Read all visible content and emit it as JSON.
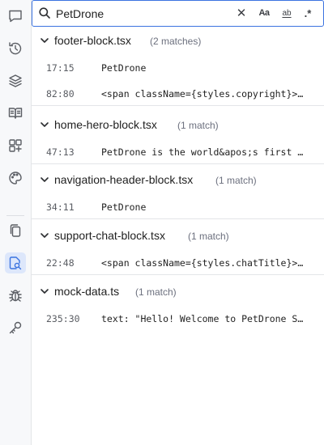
{
  "activity_bar": {
    "items": [
      {
        "icon": "chat-bubble-icon"
      },
      {
        "icon": "history-clock-icon"
      },
      {
        "icon": "layers-icon"
      },
      {
        "icon": "book-icon"
      },
      {
        "icon": "add-component-icon"
      },
      {
        "icon": "palette-icon"
      },
      {
        "icon": "copy-files-icon"
      },
      {
        "icon": "search-file-icon",
        "active": true
      },
      {
        "icon": "bug-icon"
      },
      {
        "icon": "key-icon"
      }
    ],
    "accent_color": "#3b73e0"
  },
  "search": {
    "value": "PetDrone",
    "placeholder": "",
    "clear_glyph": "✕",
    "match_case_label": "Aa",
    "whole_word_label": "ab",
    "regex_label": ".*"
  },
  "results": [
    {
      "file": "footer-block.tsx",
      "count": "(2 matches)",
      "matches": [
        {
          "pos": "17:15",
          "text": "PetDrone"
        },
        {
          "pos": "82:80",
          "text": "<span className={styles.copyright}>…"
        }
      ]
    },
    {
      "file": "home-hero-block.tsx",
      "count": "(1 match)",
      "matches": [
        {
          "pos": "47:13",
          "text": "PetDrone is the world&apos;s first …"
        }
      ]
    },
    {
      "file": "navigation-header-block.tsx",
      "count": "(1 match)",
      "matches": [
        {
          "pos": "34:11",
          "text": "PetDrone"
        }
      ]
    },
    {
      "file": "support-chat-block.tsx",
      "count": "(1 match)",
      "matches": [
        {
          "pos": "22:48",
          "text": "<span className={styles.chatTitle}>…"
        }
      ]
    },
    {
      "file": "mock-data.ts",
      "count": "(1 match)",
      "matches": [
        {
          "pos": "235:30",
          "text": "text: \"Hello! Welcome to PetDrone S…"
        }
      ]
    }
  ]
}
